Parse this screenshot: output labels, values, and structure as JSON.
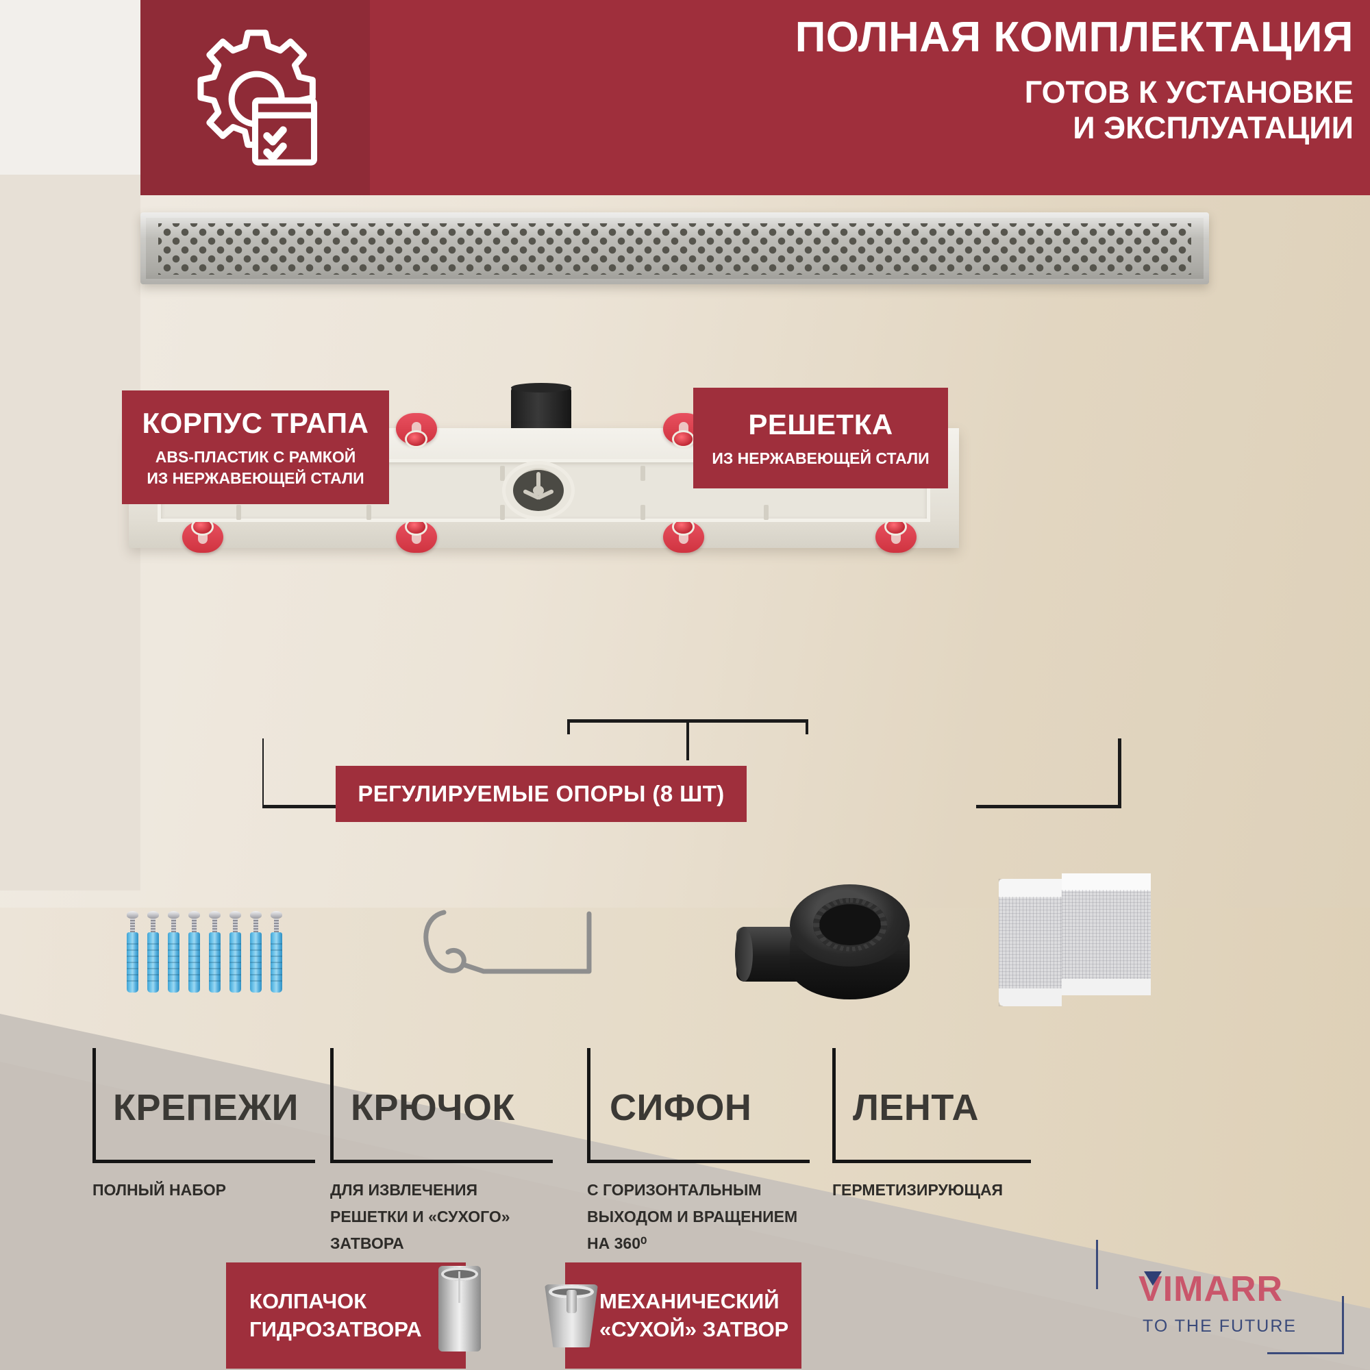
{
  "brand_color": "#9f2f3c",
  "header": {
    "icon": "gear-checklist-icon",
    "title": "ПОЛНАЯ КОМПЛЕКТАЦИЯ",
    "subtitle_line1": "ГОТОВ К УСТАНОВКЕ",
    "subtitle_line2": "И ЭКСПЛУАТАЦИИ"
  },
  "labels": {
    "body": {
      "title": "КОРПУС ТРАПА",
      "sub_line1": "ABS-ПЛАСТИК С РАМКОЙ",
      "sub_line2": "ИЗ НЕРЖАВЕЮЩЕЙ СТАЛИ"
    },
    "grate": {
      "title": "РЕШЕТКА",
      "sub_line1": "ИЗ НЕРЖАВЕЮЩЕЙ СТАЛИ"
    },
    "supports": "РЕГУЛИРУЕМЫЕ ОПОРЫ (8 ШТ)"
  },
  "accessories": [
    {
      "title": "КРЕПЕЖИ",
      "desc_lines": [
        "ПОЛНЫЙ НАБОР"
      ],
      "image": "blue-wall-anchors-with-screws"
    },
    {
      "title": "КРЮЧОК",
      "desc_lines": [
        "ДЛЯ ИЗВЛЕЧЕНИЯ",
        "РЕШЕТКИ И «СУХОГО»",
        "ЗАТВОРА"
      ],
      "image": "metal-hook"
    },
    {
      "title": "СИФОН",
      "desc_lines": [
        "С ГОРИЗОНТАЛЬНЫМ",
        "ВЫХОДОМ И ВРАЩЕНИЕМ",
        "НА 360⁰"
      ],
      "image": "black-siphon-horizontal-outlet"
    },
    {
      "title": "ЛЕНТА",
      "desc_lines": [
        "ГЕРМЕТИЗИРУЮЩАЯ"
      ],
      "image": "sealing-tape-roll"
    }
  ],
  "bottom_banners": [
    {
      "line1": "КОЛПАЧОК",
      "line2": "ГИДРОЗАТВОРА",
      "image": "water-seal-cap"
    },
    {
      "line1": "МЕХАНИЧЕСКИЙ",
      "line2": "«СУХОЙ» ЗАТВОР",
      "image": "mechanical-dry-trap"
    }
  ],
  "logo": {
    "name": "VIMARR",
    "tagline": "TO THE FUTURE",
    "name_color": "#c9566b",
    "tagline_color": "#3a4a7a"
  }
}
